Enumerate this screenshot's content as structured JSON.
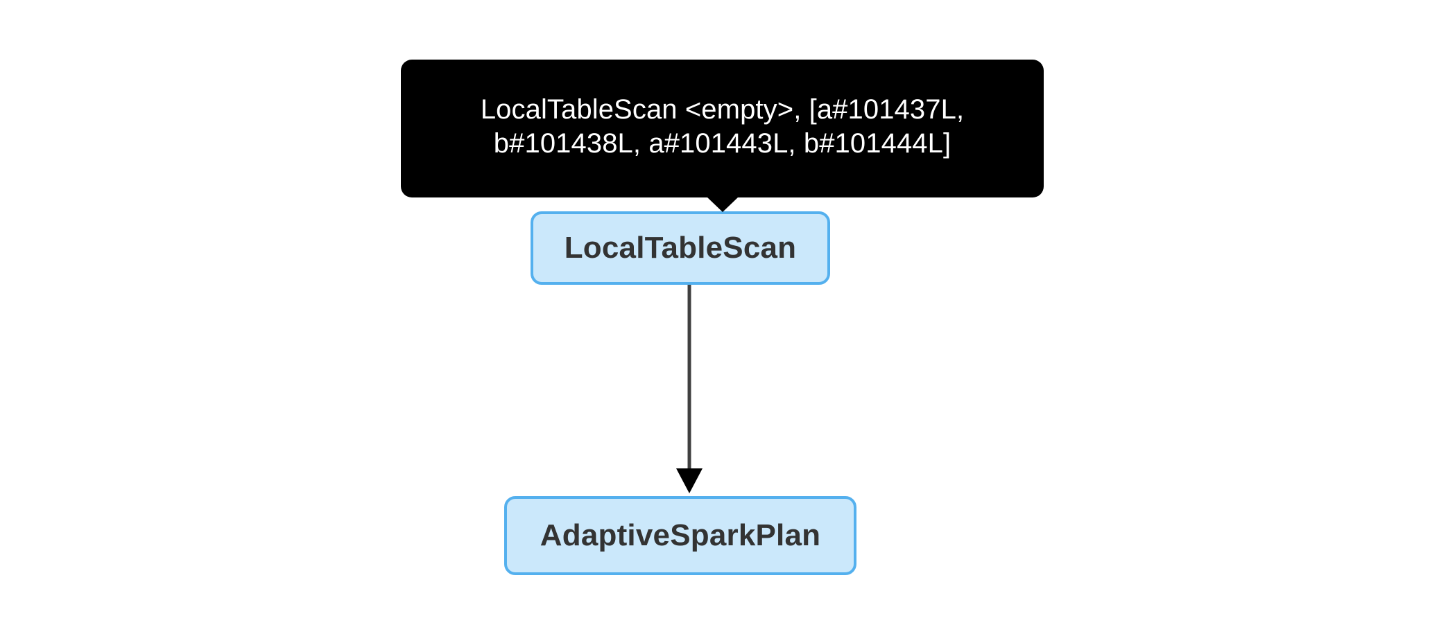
{
  "graph": {
    "background_color": "#ffffff",
    "node_fill_color": "#cbe8fb",
    "node_border_color": "#54b0ee",
    "node_text_color": "#333333",
    "edge_color": "#404040",
    "arrowhead_color": "#000000",
    "nodes": [
      {
        "id": "local-table-scan",
        "label": "LocalTableScan"
      },
      {
        "id": "adaptive-spark-plan",
        "label": "AdaptiveSparkPlan"
      }
    ],
    "edges": [
      {
        "from": "local-table-scan",
        "to": "adaptive-spark-plan",
        "label": ""
      }
    ]
  },
  "tooltip": {
    "target_node": "LocalTableScan",
    "background_color": "#000000",
    "text_color": "#ffffff",
    "lines": [
      "LocalTableScan <empty>, [a#101437L,",
      "b#101438L, a#101443L, b#101444L]"
    ],
    "full_text": "LocalTableScan <empty>, [a#101437L, b#101438L, a#101443L, b#101444L]"
  }
}
